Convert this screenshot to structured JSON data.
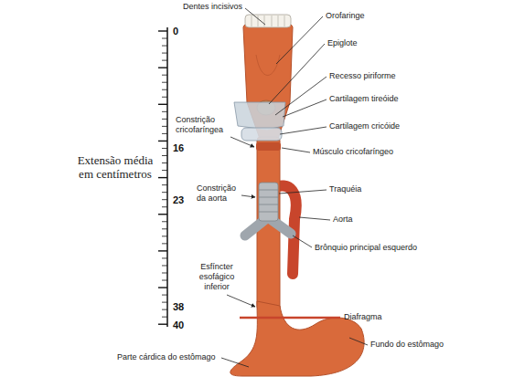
{
  "diagram": {
    "labels": [
      "Dentes incisivos",
      "Orofaringe",
      "Epiglote",
      "Recesso piriforme",
      "Cartilagem tireóide",
      "Cartilagem cricóide",
      "Constrição cricofaríngea",
      "Músculo cricofaríngeo",
      "Extensão média em centímetros",
      "0",
      "16",
      "23",
      "38",
      "40",
      "Constrição da aorta",
      "Traquéia",
      "Aorta",
      "Brônquio principal esquerdo",
      "Esfíncter esofágico inferior",
      "Diafragma",
      "Parte cárdica do estômago",
      "Fundo do estômago"
    ]
  }
}
